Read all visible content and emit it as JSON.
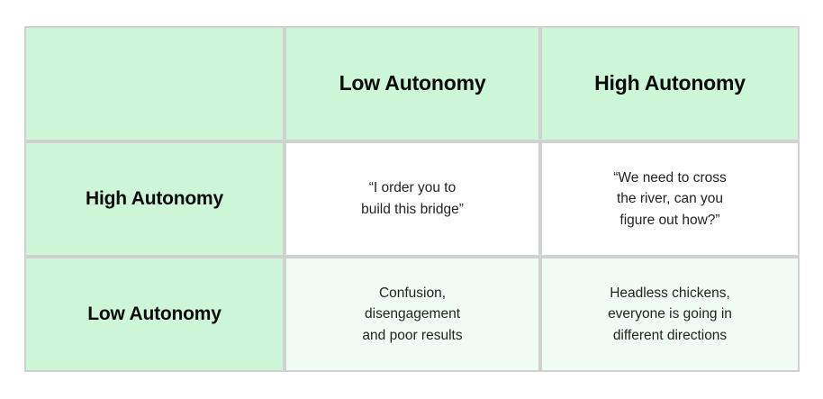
{
  "matrix": {
    "corner_cell": "",
    "column_headers": [
      {
        "label": "Low Autonomy"
      },
      {
        "label": "High Autonomy"
      }
    ],
    "rows": [
      {
        "header": "High Autonomy",
        "cells": [
          {
            "text": "“I order you to\nbuild this bridge”"
          },
          {
            "text": "“We need to cross\nthe river, can you\nfigure out how?”"
          }
        ]
      },
      {
        "header": "Low Autonomy",
        "cells": [
          {
            "text": "Confusion,\ndisengagement\nand poor results"
          },
          {
            "text": "Headless chickens,\neveryone is going in\ndifferent directions"
          }
        ]
      }
    ]
  },
  "colors": {
    "header_green": "#cdf6d8",
    "cell_white": "#ffffff",
    "cell_mint": "#f0fcf3",
    "border_gray": "#cfd2cf",
    "text_dark": "#0b0b0b",
    "text_body": "#232323",
    "page_background": "#ffffff"
  }
}
